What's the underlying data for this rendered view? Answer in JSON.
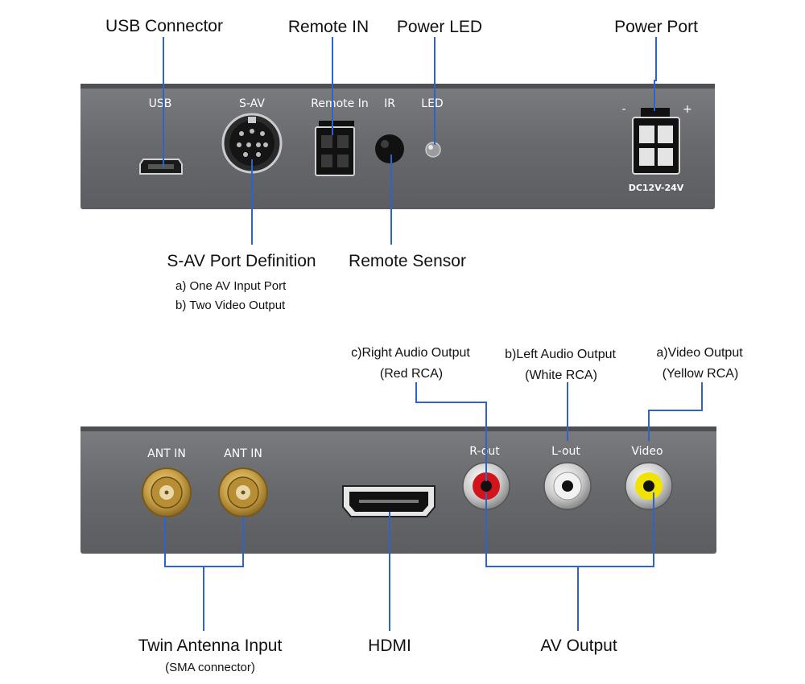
{
  "top_panel": {
    "callouts": {
      "usb_connector": "USB Connector",
      "remote_in": "Remote IN",
      "power_led": "Power LED",
      "power_port": "Power Port",
      "s_av_definition": "S-AV Port Definition",
      "remote_sensor": "Remote Sensor"
    },
    "s_av_notes": [
      "a) One AV Input Port",
      "b) Two Video Output"
    ],
    "labels": {
      "usb": "USB",
      "s_av": "S-AV",
      "remote_in": "Remote In",
      "ir": "IR",
      "led": "LED",
      "minus": "-",
      "plus": "+",
      "dc": "DC12V-24V"
    }
  },
  "bottom_panel": {
    "callouts": {
      "right_audio": "c)Right Audio Output",
      "right_audio_sub": "(Red RCA)",
      "left_audio": "b)Left Audio Output",
      "left_audio_sub": "(White RCA)",
      "video_out": "a)Video Output",
      "video_out_sub": "(Yellow RCA)",
      "twin_antenna": "Twin Antenna Input",
      "twin_antenna_sub": "(SMA connector)",
      "hdmi": "HDMI",
      "av_output": "AV Output"
    },
    "labels": {
      "ant_in_1": "ANT IN",
      "ant_in_2": "ANT IN",
      "r_out": "R-out",
      "l_out": "L-out",
      "video": "Video"
    }
  },
  "colors": {
    "panel": "#6b6d71",
    "leader_line": "#2f63c8",
    "rca_red": "#d4141c",
    "rca_white": "#f2f2f2",
    "rca_yellow": "#f2e200",
    "sma_gold": "#c9a24a"
  }
}
